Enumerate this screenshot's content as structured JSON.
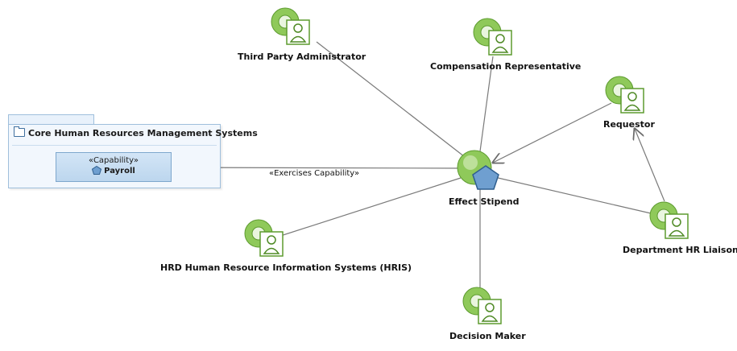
{
  "package": {
    "title": "Core Human Resources Management Systems",
    "icon": "folder-icon",
    "capability": {
      "stereotype": "«Capability»",
      "name": "Payroll",
      "icon": "capability-pentagon-icon"
    }
  },
  "process": {
    "name": "Effect Stipend",
    "icon": "process-capability-icon"
  },
  "roles": [
    {
      "name": "Third Party Administrator",
      "icon": "role-icon"
    },
    {
      "name": "Compensation Representative",
      "icon": "role-icon"
    },
    {
      "name": "Requestor",
      "icon": "role-icon"
    },
    {
      "name": "Department HR Liaison",
      "icon": "role-icon"
    },
    {
      "name": "Decision Maker",
      "icon": "role-icon"
    },
    {
      "name": "HRD Human Resource Information Systems (HRIS)",
      "icon": "role-icon"
    }
  ],
  "connections": {
    "exercises_label": "«Exercises Capability»"
  },
  "colors": {
    "role_green": "#8fc95a",
    "role_green_dark": "#5d9b2f",
    "capability_blue": "#6f9fd0",
    "line": "#7a7a7a"
  }
}
